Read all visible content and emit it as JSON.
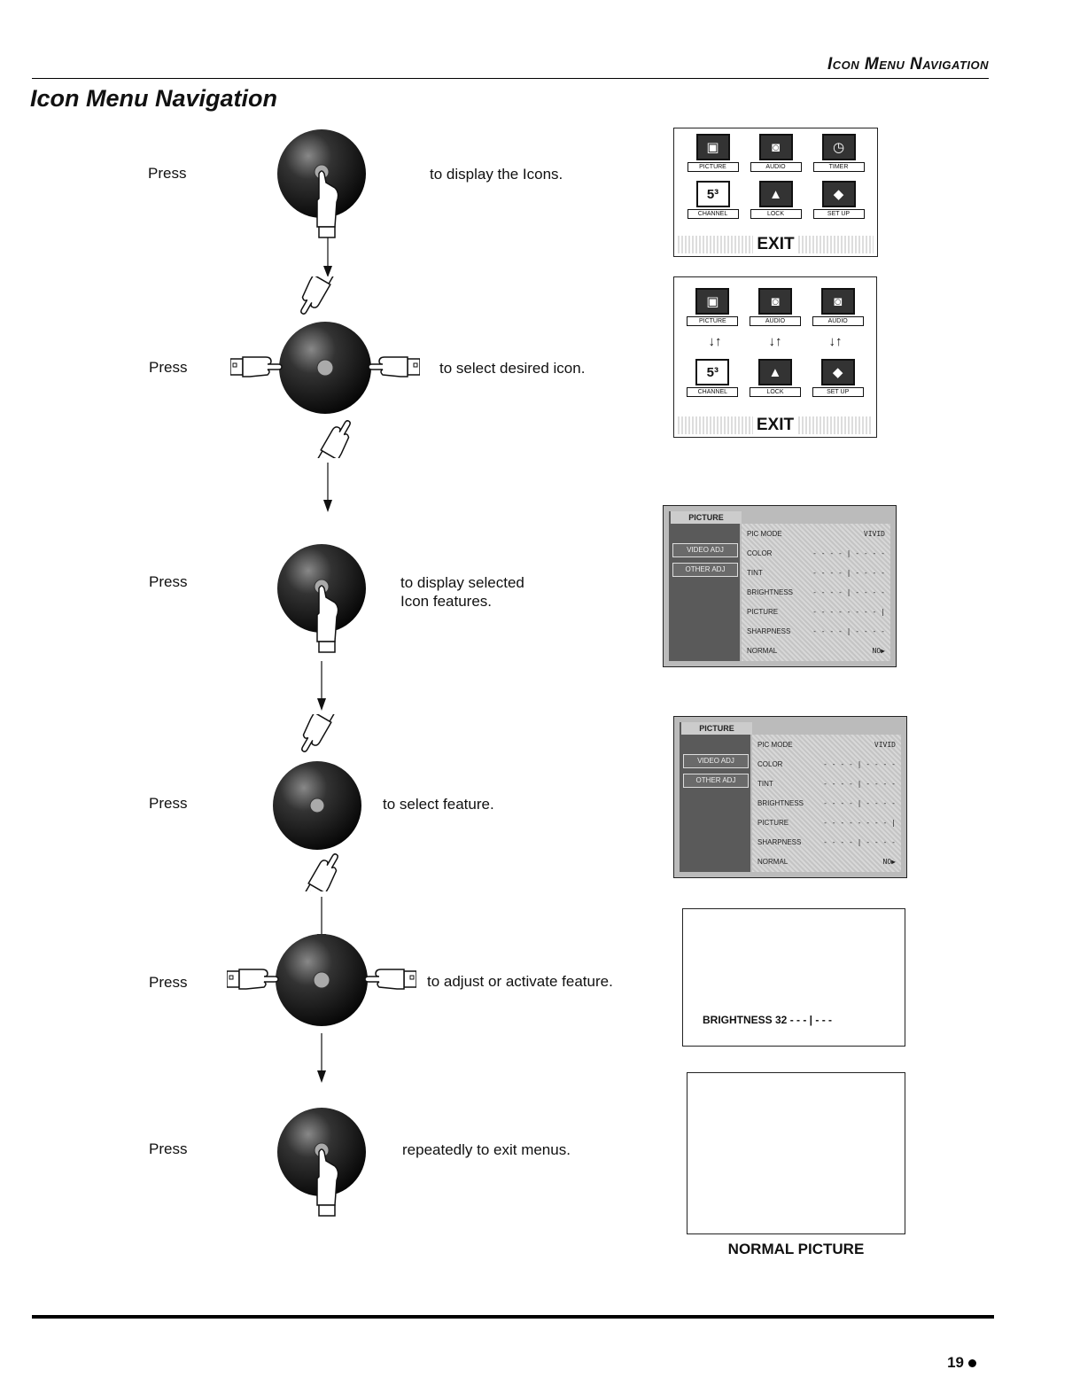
{
  "header": {
    "running_head": "Icon Menu Navigation",
    "title": "Icon Menu Navigation"
  },
  "steps": [
    {
      "press": "Press",
      "text": "to display the Icons."
    },
    {
      "press": "Press",
      "text": "to select desired icon."
    },
    {
      "press": "Press",
      "text": "to display selected\nIcon features."
    },
    {
      "press": "Press",
      "text": "to select feature."
    },
    {
      "press": "Press",
      "text": "to adjust or activate feature."
    },
    {
      "press": "Press",
      "text": "repeatedly to exit menus."
    }
  ],
  "icon_menu": {
    "icons": [
      {
        "label": "PICTURE",
        "icon": "tv-picture-icon"
      },
      {
        "label": "AUDIO",
        "icon": "speaker-icon"
      },
      {
        "label": "TIMER",
        "icon": "clock-icon"
      },
      {
        "label": "CHANNEL",
        "icon": "channel-icon"
      },
      {
        "label": "LOCK",
        "icon": "lock-icon"
      },
      {
        "label": "SET UP",
        "icon": "setup-icon"
      }
    ],
    "icons_nav": [
      "PICTURE",
      "AUDIO",
      "AUDIO",
      "CHANNEL",
      "LOCK",
      "SET UP"
    ],
    "exit": "EXIT"
  },
  "feature_menu": {
    "tab": "PICTURE",
    "side_items": [
      "VIDEO ADJ",
      "OTHER ADJ"
    ],
    "rows": [
      {
        "label": "PIC MODE",
        "value": "VIVID"
      },
      {
        "label": "COLOR",
        "value": "- - - - | - - - -"
      },
      {
        "label": "TINT",
        "value": "- - - - | - - - -"
      },
      {
        "label": "BRIGHTNESS",
        "value": "- - - - | - - - -"
      },
      {
        "label": "PICTURE",
        "value": "- - - - - - - - |"
      },
      {
        "label": "SHARPNESS",
        "value": "- - - - | - - - -"
      },
      {
        "label": "NORMAL",
        "value": "NO▶"
      }
    ]
  },
  "osd": {
    "brightness": "BRIGHTNESS 32  - - - | - - -"
  },
  "caption": "NORMAL PICTURE",
  "footer": {
    "page": "19"
  }
}
